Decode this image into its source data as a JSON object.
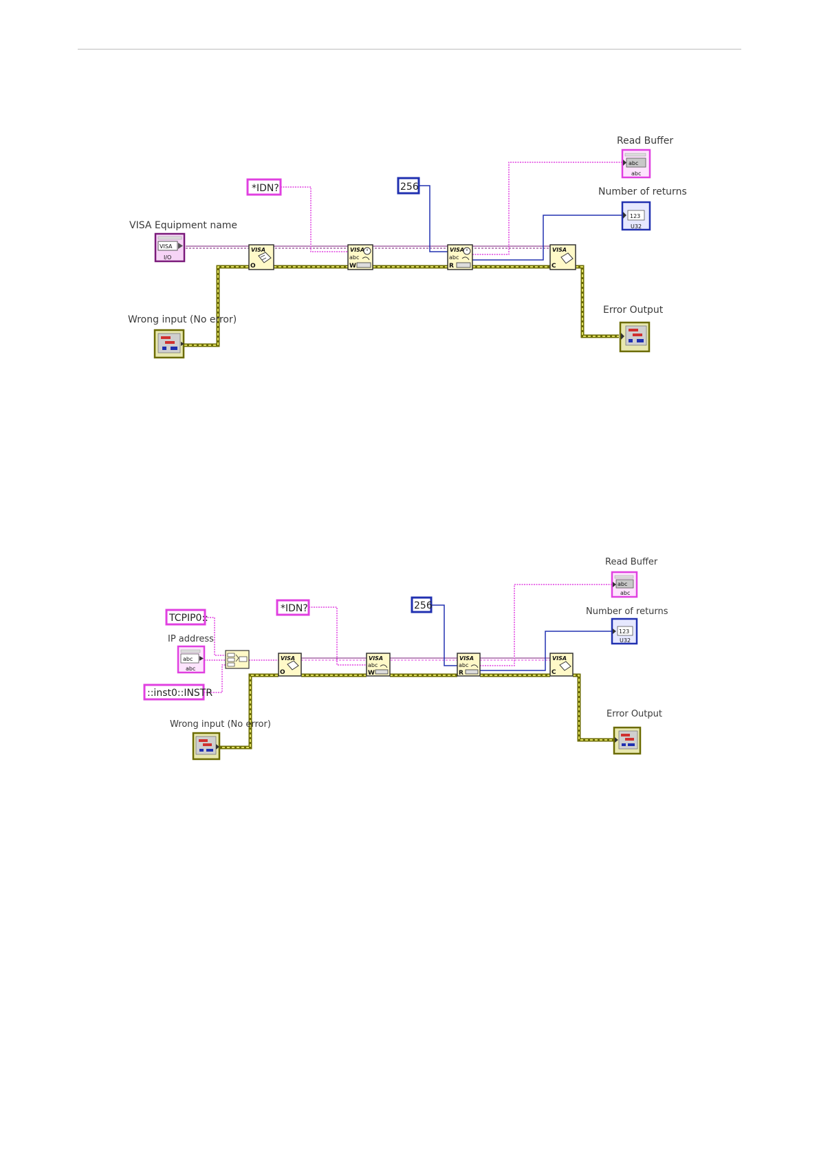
{
  "diagram1": {
    "labels": {
      "read_buffer": "Read Buffer",
      "number_of_returns": "Number of returns",
      "visa_equipment_name": "VISA Equipment name",
      "wrong_input": "Wrong input (No error)",
      "error_output": "Error Output"
    },
    "constants": {
      "idn": "*IDN?",
      "count": "256"
    },
    "terminals": {
      "visa": "VISA",
      "visa_io": "I/O",
      "string_indicator": "abc",
      "numeric_indicator": "123",
      "numeric_type": "U32"
    },
    "nodes": {
      "open": {
        "top": "VISA",
        "letter": "O"
      },
      "write": {
        "top": "VISA",
        "mid": "abc",
        "letter": "W"
      },
      "read": {
        "top": "VISA",
        "mid": "abc",
        "letter": "R"
      },
      "close": {
        "top": "VISA",
        "letter": "C"
      }
    }
  },
  "diagram2": {
    "labels": {
      "read_buffer": "Read Buffer",
      "number_of_returns": "Number of returns",
      "ip_address": "IP address",
      "wrong_input": "Wrong input (No error)",
      "error_output": "Error Output"
    },
    "constants": {
      "tcpip": "TCPIP0::",
      "instr": "::inst0::INSTR",
      "idn": "*IDN?",
      "count": "256"
    },
    "terminals": {
      "string_indicator": "abc",
      "numeric_indicator": "123",
      "numeric_type": "U32"
    },
    "nodes": {
      "open": {
        "top": "VISA",
        "letter": "O"
      },
      "write": {
        "top": "VISA",
        "mid": "abc",
        "letter": "W"
      },
      "read": {
        "top": "VISA",
        "mid": "abc",
        "letter": "R"
      },
      "close": {
        "top": "VISA",
        "letter": "C"
      }
    }
  },
  "colors": {
    "string_wire": "#e040e0",
    "numeric_wire": "#2030b0",
    "error_wire_dark": "#6b6b00",
    "error_wire_light": "#e0e060",
    "node_fill": "#fff9c8"
  }
}
